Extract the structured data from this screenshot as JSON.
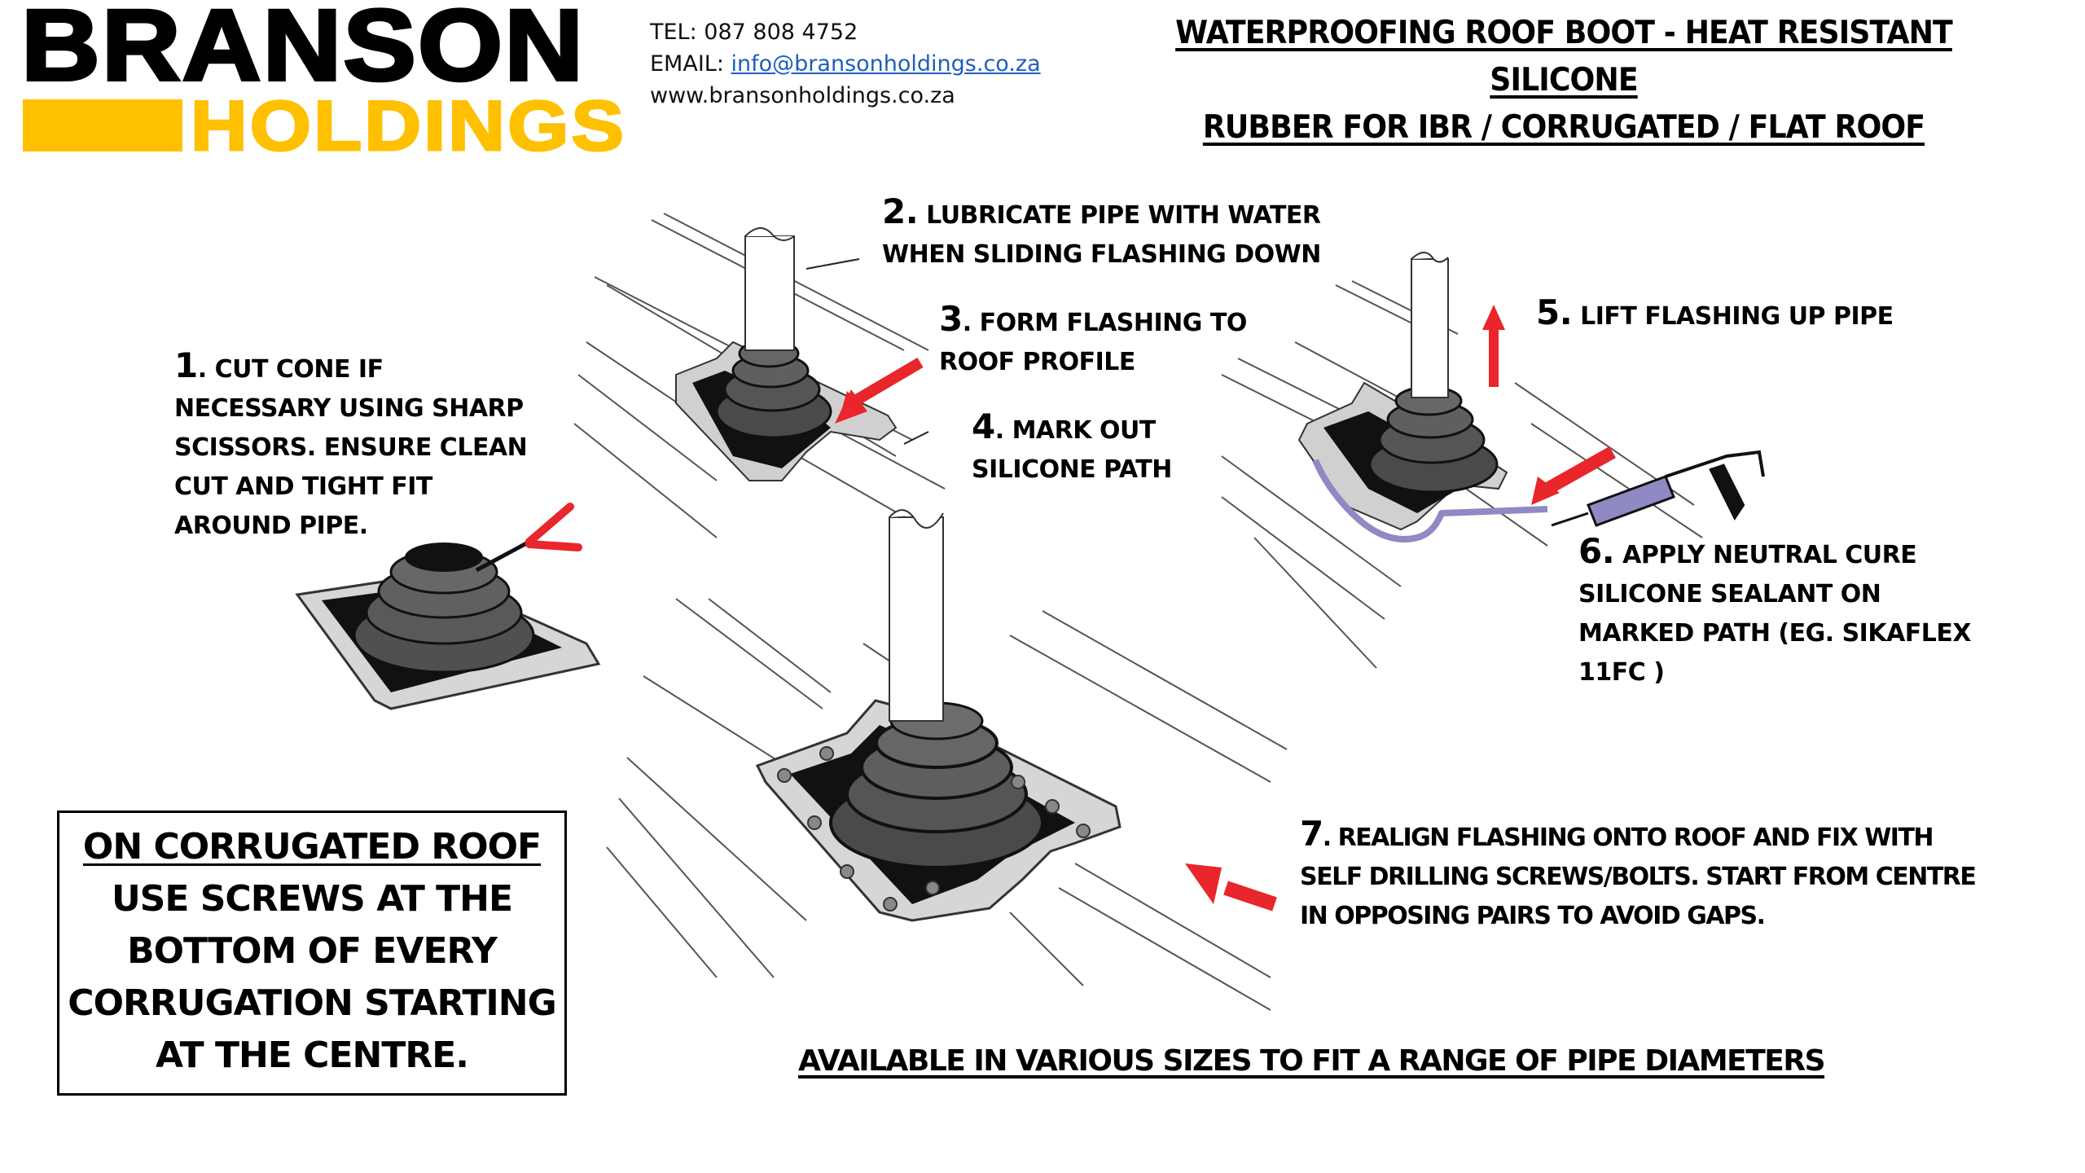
{
  "logo": {
    "line1": "BRANSON",
    "line2": "HOLDINGS",
    "brand_color": "#FFC000"
  },
  "contact": {
    "tel_label": "TEL:",
    "tel": "087 808 4752",
    "email_label": "EMAIL:",
    "email": "info@bransonholdings.co.za",
    "website": "www.bransonholdings.co.za"
  },
  "title": {
    "line1": "WATERPROOFING ROOF BOOT  - HEAT RESISTANT SILICONE",
    "line2": "RUBBER FOR IBR / CORRUGATED / FLAT ROOF"
  },
  "steps": [
    {
      "number": "1",
      "lines": [
        "CUT CONE IF",
        "NECESSARY USING SHARP",
        "SCISSORS. ENSURE CLEAN",
        "CUT AND TIGHT FIT",
        "AROUND PIPE."
      ]
    },
    {
      "number": "2.",
      "lines": [
        "LUBRICATE PIPE WITH WATER",
        "WHEN SLIDING FLASHING DOWN"
      ]
    },
    {
      "number": "3",
      "lines": [
        "FORM FLASHING TO",
        "ROOF PROFILE"
      ]
    },
    {
      "number": "4",
      "lines": [
        "MARK OUT",
        "SILICONE PATH"
      ]
    },
    {
      "number": "5.",
      "lines": [
        "LIFT FLASHING UP PIPE"
      ]
    },
    {
      "number": "6.",
      "lines": [
        "APPLY NEUTRAL CURE",
        "SILICONE SEALANT ON",
        "MARKED PATH  (EG. SIKAFLEX",
        "11FC )"
      ]
    },
    {
      "number": "7",
      "lines": [
        "REALIGN FLASHING ONTO ROOF AND FIX WITH",
        "SELF DRILLING SCREWS/BOLTS. START FROM CENTRE",
        "IN OPPOSING PAIRS TO AVOID GAPS."
      ]
    }
  ],
  "note": {
    "heading": "ON CORRUGATED ROOF",
    "lines": [
      "USE SCREWS AT THE",
      "BOTTOM OF EVERY",
      "CORRUGATION STARTING",
      "AT THE CENTRE."
    ]
  },
  "footer": "AVAILABLE IN VARIOUS SIZES TO FIT  A RANGE OF PIPE DIAMETERS",
  "colors": {
    "arrow_red": "#e8262b",
    "rubber_gray": "#5a5a5a",
    "flashing_gray": "#d6d6d6",
    "sealant_purple": "#8f89c4"
  }
}
